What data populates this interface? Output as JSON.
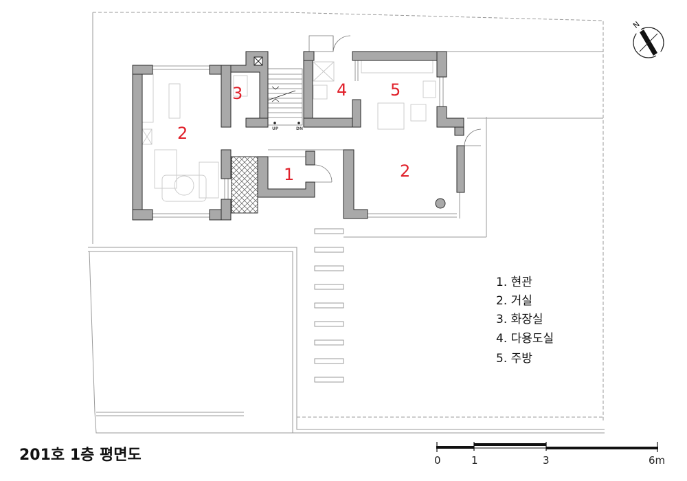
{
  "title": "201호 1층 평면도",
  "rooms": [
    {
      "label": "2"
    },
    {
      "label": "3"
    },
    {
      "label": "4"
    },
    {
      "label": "5"
    },
    {
      "label": "1"
    },
    {
      "label": "2"
    }
  ],
  "legend": [
    "1. 현관",
    "2. 거실",
    "3. 화장실",
    "4. 다용도실",
    "5. 주방"
  ],
  "stairs": {
    "up": "UP",
    "dn": "DN"
  },
  "scale": {
    "labels": [
      "0",
      "1",
      "3",
      "6m"
    ]
  },
  "compass": {
    "label": "N"
  },
  "colors": {
    "room_number": "#e0202a",
    "wall": "#a9a9a9"
  }
}
